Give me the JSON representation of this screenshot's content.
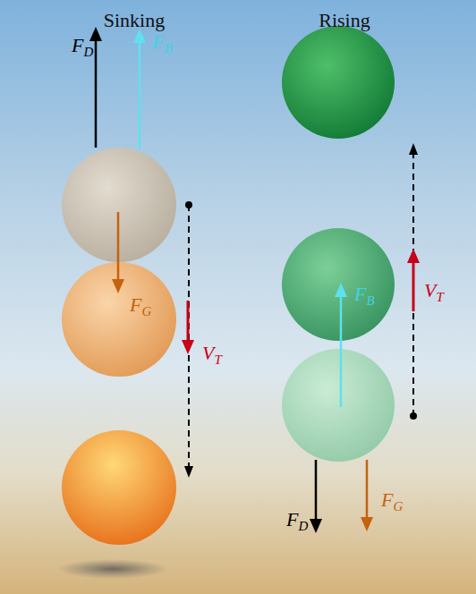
{
  "diagram": {
    "labels": [
      "Sinking",
      "Rising",
      "FD",
      "FB",
      "FG",
      "VT",
      "FB",
      "FD",
      "FG",
      "VT"
    ]
  }
}
